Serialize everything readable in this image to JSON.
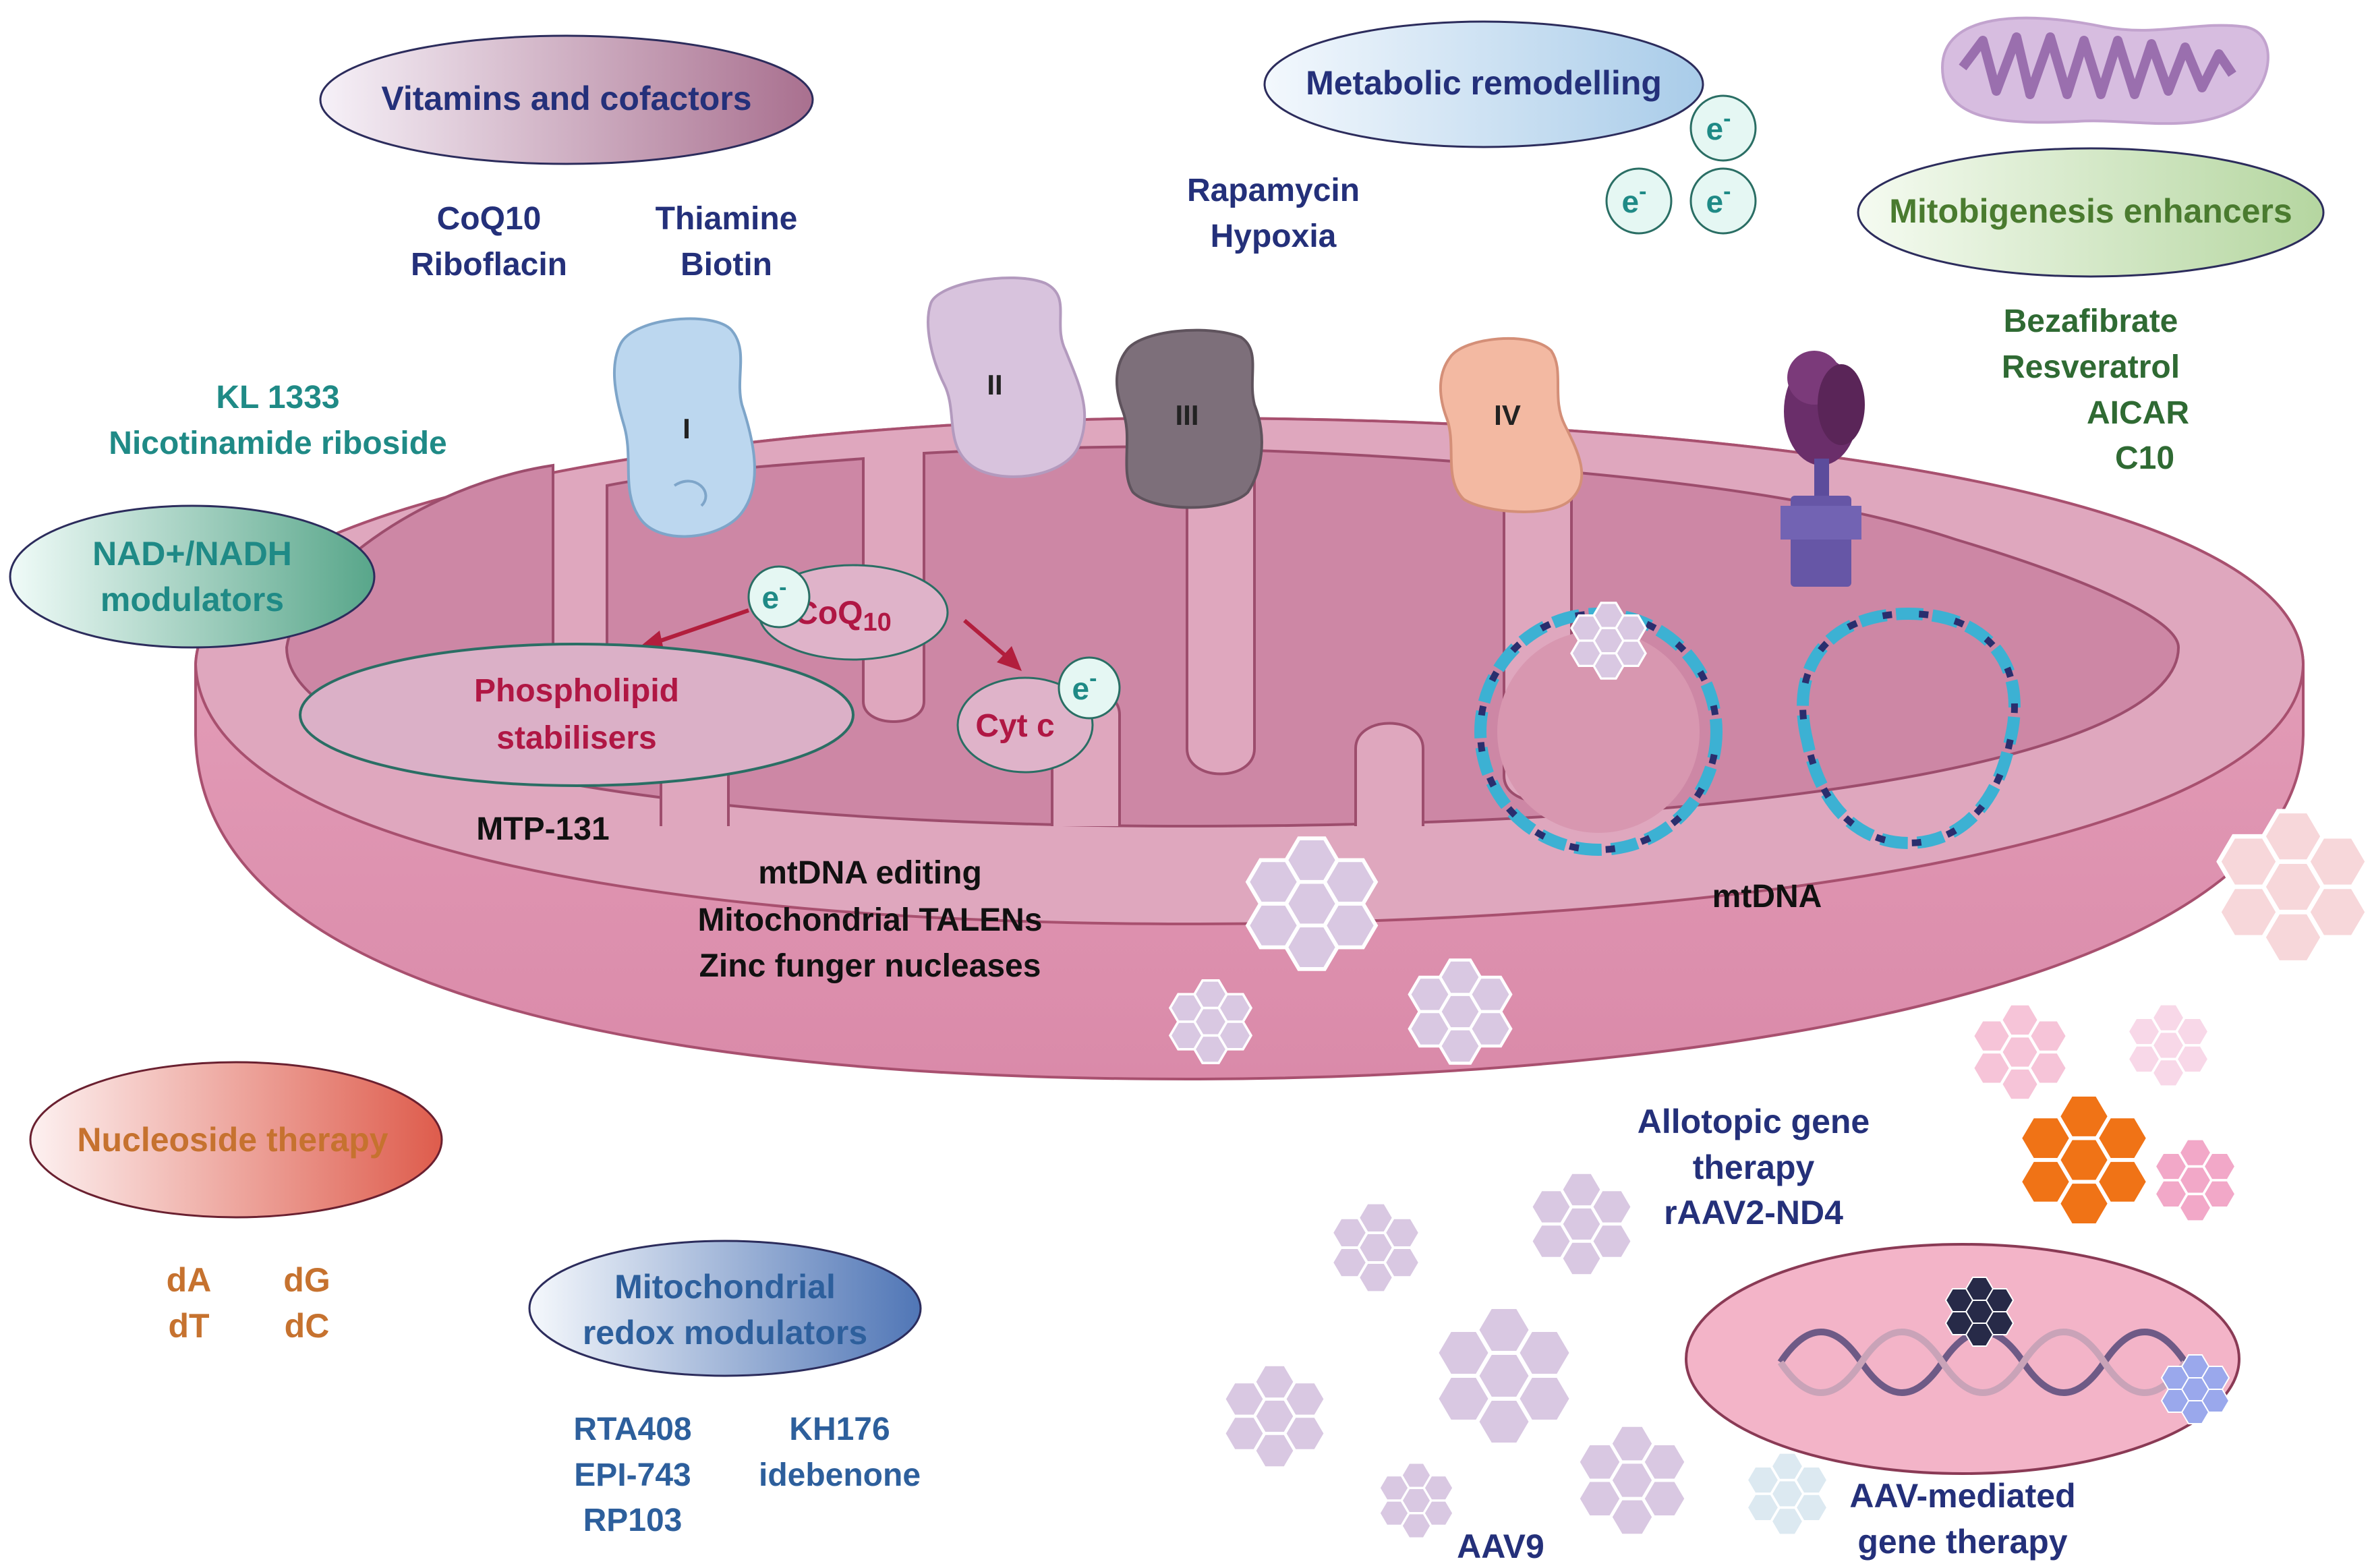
{
  "colors": {
    "outer_membrane": "#e29ab5",
    "inner_space": "#d897b0",
    "matrix": "#cd86a4",
    "navy_text": "#24307a",
    "teal_text": "#1f8a86",
    "green_text": "#2f6a33",
    "crimson_text": "#b01744",
    "orange_text": "#c6722f",
    "blue_text": "#2d5f9c"
  },
  "labels": {
    "vitamins": {
      "title": "Vitamins and cofactors",
      "items_left": [
        "CoQ10",
        "Riboflacin"
      ],
      "items_right": [
        "Thiamine",
        "Biotin"
      ]
    },
    "metabolic": {
      "title": "Metabolic remodelling",
      "items": [
        "Rapamycin",
        "Hypoxia"
      ]
    },
    "mitobiogenesis": {
      "title": "Mitobigenesis enhancers",
      "items": [
        "Bezafibrate",
        "Resveratrol",
        "AICAR",
        "C10"
      ]
    },
    "nad": {
      "title_lines": [
        "NAD+/NADH",
        "modulators"
      ],
      "items": [
        "KL 1333",
        "Nicotinamide riboside"
      ]
    },
    "phospholipid": {
      "title_lines": [
        "Phospholipid",
        "stabilisers"
      ],
      "item": "MTP-131"
    },
    "coq10_center": "CoQ",
    "coq10_sub": "10",
    "cytc": "Cyt c",
    "electron": "e",
    "electron_sup": "-",
    "complexes": [
      "I",
      "II",
      "III",
      "IV"
    ],
    "editing": [
      "mtDNA editing",
      "Mitochondrial TALENs",
      "Zinc funger nucleases"
    ],
    "mtdna": "mtDNA",
    "nucleoside": {
      "title": "Nucleoside therapy",
      "items": [
        "dA",
        "dG",
        "dT",
        "dC"
      ]
    },
    "redox": {
      "title_lines": [
        "Mitochondrial",
        "redox modulators"
      ],
      "items_left": [
        "RTA408",
        "EPI-743",
        "RP103"
      ],
      "items_right": [
        "KH176",
        "idebenone"
      ]
    },
    "allotopic": [
      "Allotopic gene",
      "therapy",
      "rAAV2-ND4"
    ],
    "aav9": "AAV9",
    "aav_mediated": [
      "AAV-mediated",
      "gene therapy"
    ]
  }
}
